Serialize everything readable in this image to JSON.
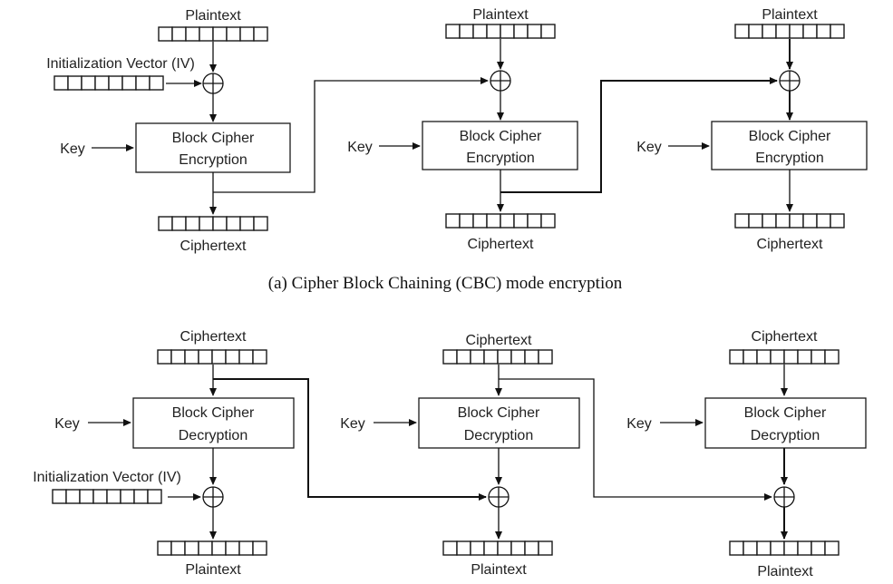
{
  "encryption": {
    "caption": "(a)  Cipher Block Chaining (CBC) mode encryption",
    "stages": [
      {
        "input_label": "Plaintext",
        "output_label": "Ciphertext",
        "key_label": "Key",
        "box_line1": "Block Cipher",
        "box_line2": "Encryption"
      },
      {
        "input_label": "Plaintext",
        "output_label": "Ciphertext",
        "key_label": "Key",
        "box_line1": "Block Cipher",
        "box_line2": "Encryption"
      },
      {
        "input_label": "Plaintext",
        "output_label": "Ciphertext",
        "key_label": "Key",
        "box_line1": "Block Cipher",
        "box_line2": "Encryption"
      }
    ],
    "iv_label": "Initialization Vector (IV)"
  },
  "decryption": {
    "stages": [
      {
        "input_label": "Ciphertext",
        "output_label": "Plaintext",
        "key_label": "Key",
        "box_line1": "Block Cipher",
        "box_line2": "Decryption"
      },
      {
        "input_label": "Ciphertext",
        "output_label": "Plaintext",
        "key_label": "Key",
        "box_line1": "Block Cipher",
        "box_line2": "Decryption"
      },
      {
        "input_label": "Ciphertext",
        "output_label": "Plaintext",
        "key_label": "Key",
        "box_line1": "Block Cipher",
        "box_line2": "Decryption"
      }
    ],
    "iv_label": "Initialization Vector (IV)"
  }
}
